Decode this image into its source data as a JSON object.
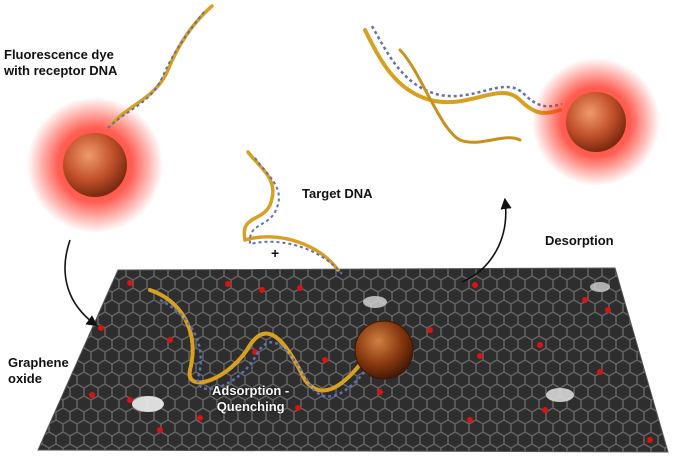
{
  "labels": {
    "dye_line1": "Fluorescence dye",
    "dye_line2": "with receptor DNA",
    "target": "Target DNA",
    "plus": "+",
    "desorption": "Desorption",
    "graphene_line1": "Graphene",
    "graphene_line2": "oxide",
    "adsorption_line1": "Adsorption -",
    "adsorption_line2": "Quenching"
  },
  "colors": {
    "glow": "#ff2a1a",
    "dye_sphere": "#c0502a",
    "quenched_sphere": "#8a3a10",
    "sheet_dark": "#2e2e2e",
    "sheet_hex": "#6a6a6a",
    "oxide_dot": "#d81414",
    "dna_backbone": "#d8a020",
    "dna_base": "#6070b0",
    "arrow": "#111111"
  },
  "icons": [
    "dye-sphere-icon",
    "graphene-sheet-icon",
    "dna-strand-icon",
    "curved-arrow-icon"
  ]
}
